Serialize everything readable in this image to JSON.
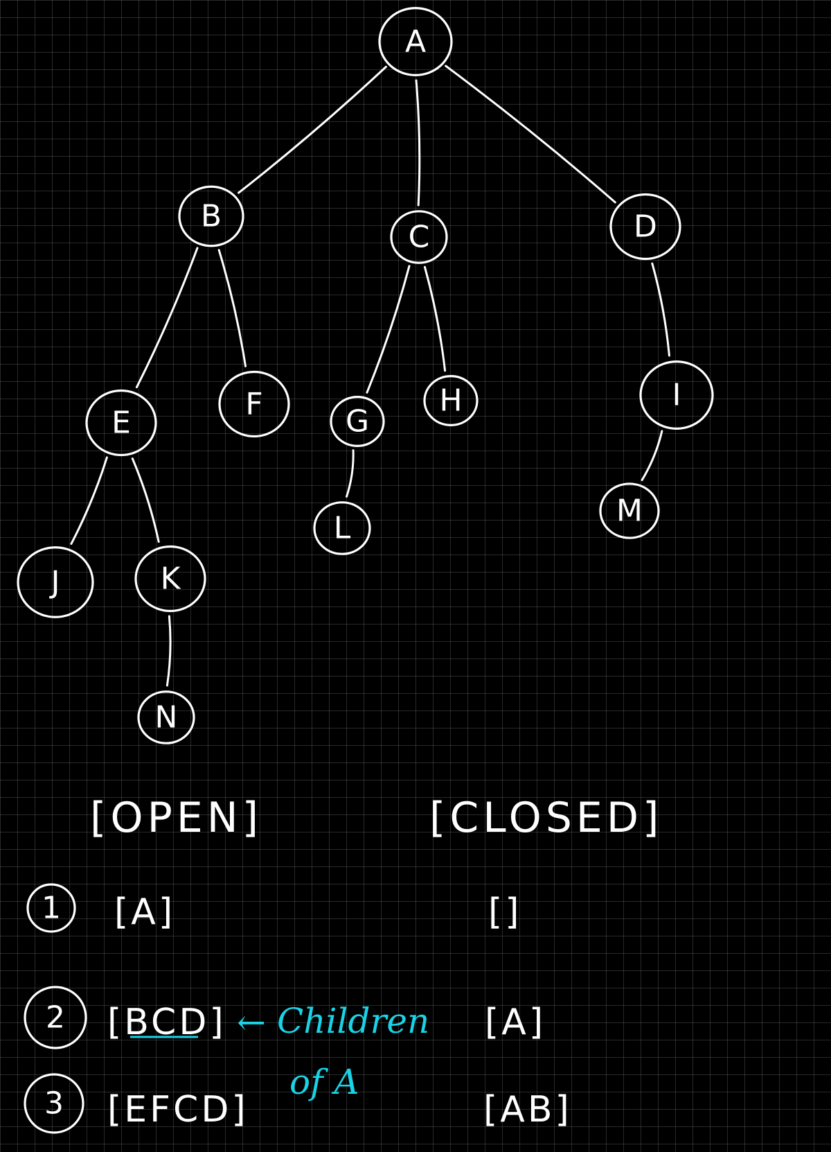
{
  "tree": {
    "nodes": [
      {
        "id": "A",
        "label": "A"
      },
      {
        "id": "B",
        "label": "B"
      },
      {
        "id": "C",
        "label": "C"
      },
      {
        "id": "D",
        "label": "D"
      },
      {
        "id": "E",
        "label": "E"
      },
      {
        "id": "F",
        "label": "F"
      },
      {
        "id": "G",
        "label": "G"
      },
      {
        "id": "H",
        "label": "H"
      },
      {
        "id": "I",
        "label": "I"
      },
      {
        "id": "J",
        "label": "J"
      },
      {
        "id": "K",
        "label": "K"
      },
      {
        "id": "L",
        "label": "L"
      },
      {
        "id": "M",
        "label": "M"
      },
      {
        "id": "N",
        "label": "N"
      }
    ],
    "edges": [
      [
        "A",
        "B"
      ],
      [
        "A",
        "C"
      ],
      [
        "A",
        "D"
      ],
      [
        "B",
        "E"
      ],
      [
        "B",
        "F"
      ],
      [
        "C",
        "G"
      ],
      [
        "C",
        "H"
      ],
      [
        "D",
        "I"
      ],
      [
        "E",
        "J"
      ],
      [
        "E",
        "K"
      ],
      [
        "G",
        "L"
      ],
      [
        "I",
        "M"
      ],
      [
        "K",
        "N"
      ]
    ]
  },
  "table": {
    "open_header": "[OPEN]",
    "closed_header": "[CLOSED]",
    "rows": [
      {
        "step": "1",
        "open": "[A]",
        "closed": "[]"
      },
      {
        "step": "2",
        "open": "[BCD]",
        "closed": "[A]"
      },
      {
        "step": "3",
        "open": "[EFCD]",
        "closed": "[AB]"
      }
    ],
    "annotation": {
      "arrow": "←",
      "line1": "Children",
      "line2": "of A",
      "color": "#19d3e6"
    }
  }
}
